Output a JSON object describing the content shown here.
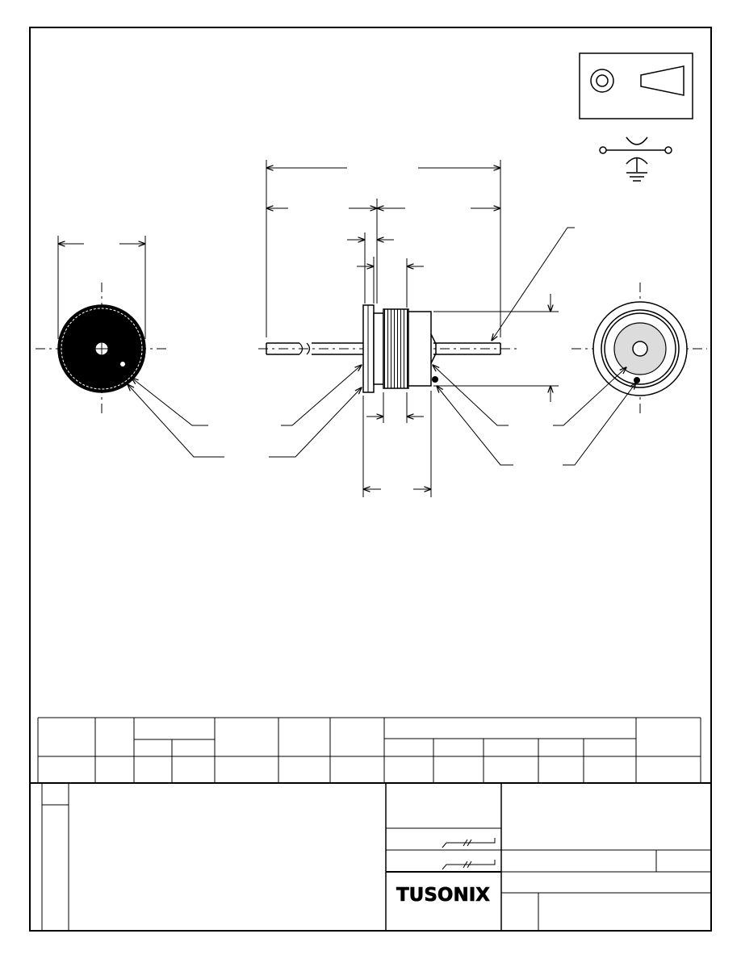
{
  "drawing": {
    "brand": "TUSONIX",
    "symbols": {
      "marking_icon": "concentric-circle-and-taper-icon",
      "schematic_icon": "feedthrough-capacitor-symbol-icon"
    },
    "views": [
      "rear-end-view",
      "side-elevation-view",
      "front-end-view"
    ]
  },
  "colors": {
    "line": "#000000",
    "fill_dark": "#000000",
    "fill_gray": "#dcdcdc",
    "paper": "#ffffff"
  }
}
